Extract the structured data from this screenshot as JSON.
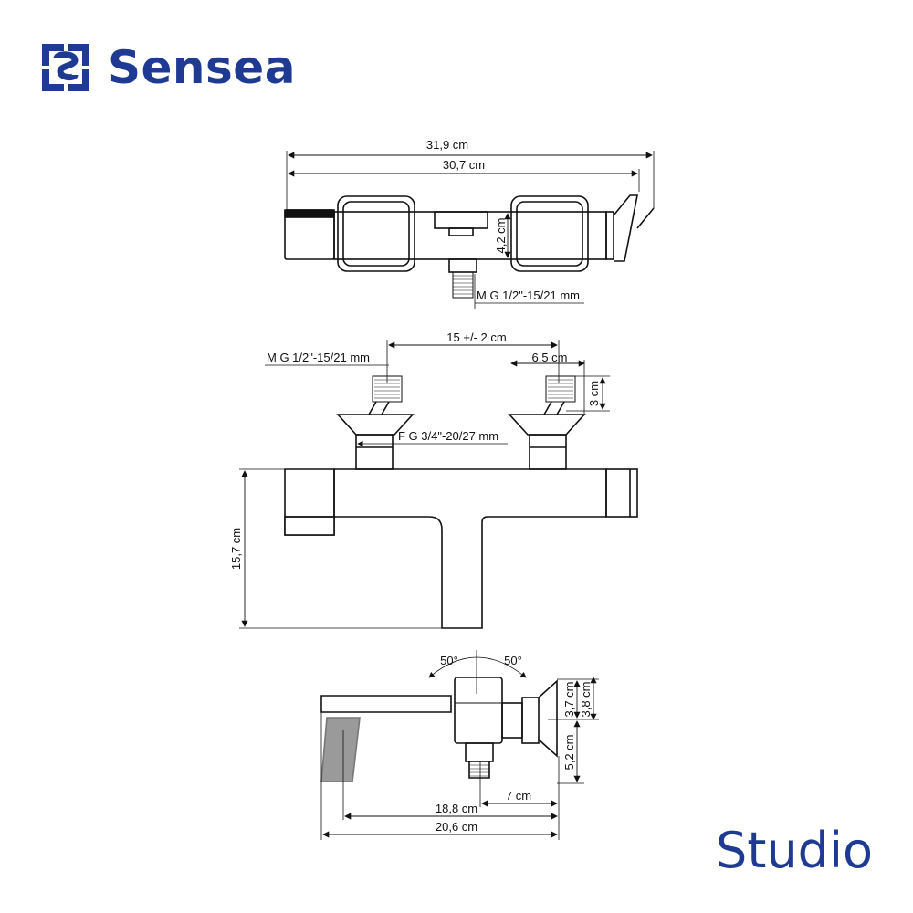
{
  "brand": {
    "name": "Sensea",
    "color": "#1f3a93",
    "logo_icon": "sensea-logo-icon"
  },
  "model": "Studio",
  "top_view": {
    "overall_width": "31,9 cm",
    "body_width": "30,7 cm",
    "depth": "4,2 cm",
    "inlet_thread": "M G 1/2\"-15/21 mm"
  },
  "front_view": {
    "inlet_spacing": "15 +/- 2 cm",
    "thread_male": "M G 1/2\"-15/21 mm",
    "thread_female": "F G 3/4\"-20/27 mm",
    "eccentric_width": "6,5 cm",
    "eccentric_height": "3 cm",
    "height": "15,7 cm"
  },
  "side_view": {
    "angle_left": "50°",
    "angle_right": "50°",
    "dim_37": "3,7 cm",
    "dim_38": "3,8 cm",
    "dim_52": "5,2 cm",
    "dim_7": "7 cm",
    "spout_reach": "18,8 cm",
    "total_depth": "20,6 cm"
  }
}
